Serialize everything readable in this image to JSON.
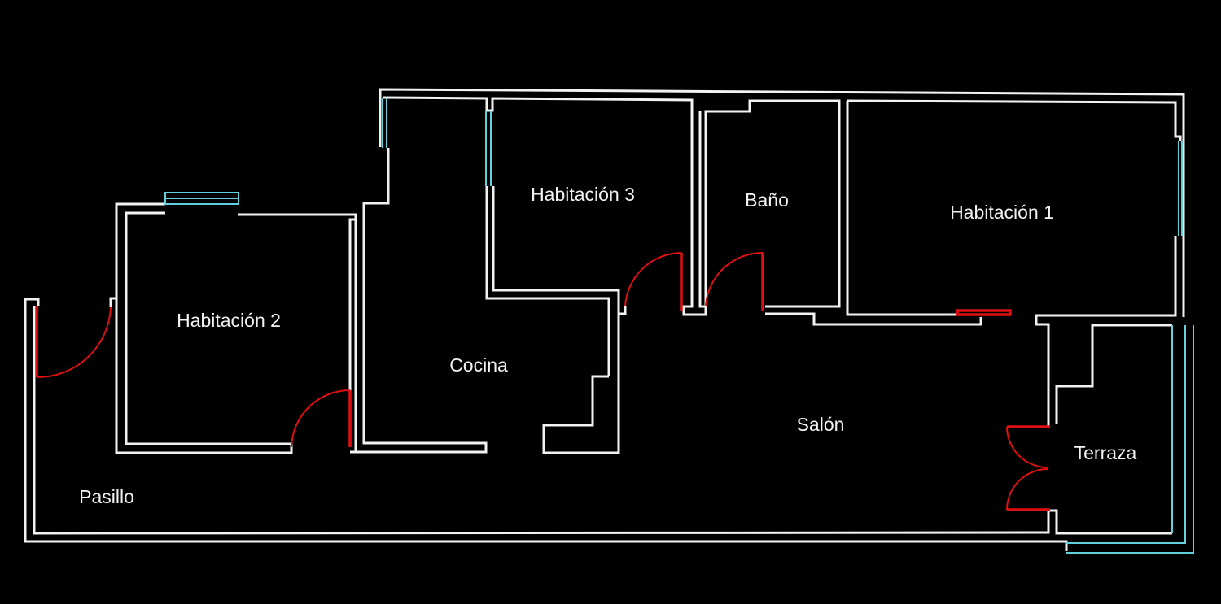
{
  "plan": {
    "colors": {
      "background": "#000000",
      "wall": "#f2f2f2",
      "window": "#5fd0dc",
      "door": "#e01010",
      "label": "#f2f2f2"
    },
    "rooms": [
      {
        "key": "habitacion_3",
        "label": "Habitación 3"
      },
      {
        "key": "bano",
        "label": "Baño"
      },
      {
        "key": "habitacion_1",
        "label": "Habitación 1"
      },
      {
        "key": "habitacion_2",
        "label": "Habitación 2"
      },
      {
        "key": "cocina",
        "label": "Cocina"
      },
      {
        "key": "salon",
        "label": "Salón"
      },
      {
        "key": "terraza",
        "label": "Terraza"
      },
      {
        "key": "pasillo",
        "label": "Pasillo"
      }
    ]
  }
}
